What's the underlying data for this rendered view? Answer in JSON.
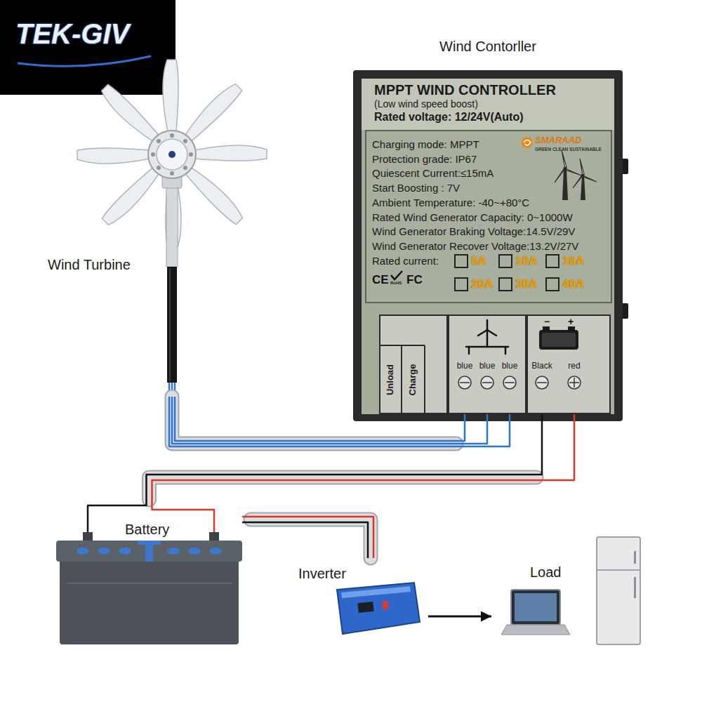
{
  "diagram": {
    "nodes": [
      {
        "text": [
          "Wind Turbine"
        ]
      },
      {
        "text": [
          "Wind Contorller",
          "MPPT WIND CONTROLLER",
          "(Low wind speed boost)",
          "Rated voltage: 12/24V(Auto)"
        ]
      },
      {
        "text": [
          "Charging mode: MPPT",
          "Protection grade: IP67",
          "Quiescent Current:≤15mA",
          "Start Boosting : 7V",
          "Ambient Temperature: -40~+80°C",
          "Rated Wind Generator Capacity: 0~1000W",
          "Wind Generator Braking Voltage:14.5V/29V",
          "Wind Generator Recover Voltage:13.2V/27V",
          "Rated current:",
          "5A",
          "10A",
          "16A",
          "20A",
          "30A",
          "40A"
        ],
        "in": 1
      },
      {
        "text": [
          "Unload",
          "Charge"
        ],
        "in": 1
      },
      {
        "text": [
          "blue",
          "blue",
          "blue"
        ],
        "in": 1
      },
      {
        "text": [
          "−",
          "+",
          "Black",
          "red"
        ],
        "in": 1
      },
      {
        "text": [
          "Battery"
        ]
      },
      {
        "text": [
          "Inverter"
        ]
      },
      {
        "text": [
          "Load"
        ]
      }
    ],
    "edges": [
      {
        "from": 0,
        "to": 4,
        "arrow": "none"
      },
      {
        "from": 5,
        "to": 6,
        "arrow": "none"
      },
      {
        "from": 6,
        "to": 7,
        "arrow": "none"
      },
      {
        "from": 7,
        "to": 8,
        "arrow": "to"
      }
    ],
    "labels": [
      "TEK-GIV",
      "SMARAAD",
      "GREEN CLEAN SUSTAINABLE",
      "CE",
      "RoHS",
      "FC"
    ]
  }
}
